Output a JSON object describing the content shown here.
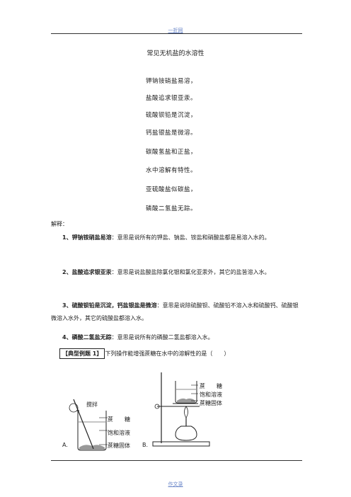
{
  "header": {
    "link_text": "一折网"
  },
  "title": "常见无机盐的水溶性",
  "verse": [
    "钾钠铵硝盐易溶，",
    "盐酸追求银亚汞。",
    "硫酸钡铅是沉淀，",
    "钙盐银盐是微溶。",
    "碳酸氢盐和正盐，",
    "水中溶解有特性。",
    "亚硫酸盐似碳盐，",
    "磷酸二氢盐无踪。"
  ],
  "explain_label": "解释：",
  "explanations": [
    {
      "key": "1、钾钠铵硝盐易溶",
      "text": "：意思是说所有的钾盐、钠盐、铵盐和硝酸盐都是易溶入水的。"
    },
    {
      "key": "2、盐酸追求银亚汞",
      "text": "：意思是说盐酸盐除氯化银和氯化亚汞外，其它的盐皆溶入水。"
    },
    {
      "key": "3、硫酸钡铅是沉淀，钙盐银盐是微溶",
      "text": "：意思是说除硫酸钡、硫酸铅不溶入水和硫酸钙、硫酸银微溶入水外，其它的硫酸盐都溶入水。"
    },
    {
      "key": "4、磷酸二氢盐无踪",
      "text": "：意思是说所有的磷酸二氢盐都溶入水。"
    }
  ],
  "question": {
    "label": "【典型例题 1】",
    "text": "下列操作能增强蔗糖在水中的溶解性的是（　　）"
  },
  "figure": {
    "a": {
      "option": "A.",
      "stir_label": "搅拌",
      "labels": [
        "蔗　　糖",
        "饱和溶液",
        "蔗糖固体"
      ]
    },
    "b": {
      "option": "B.",
      "labels": [
        "蔗　　糖",
        "饱和溶液",
        "蔗糖固体"
      ]
    }
  },
  "footer": {
    "link_text": "作文录"
  }
}
